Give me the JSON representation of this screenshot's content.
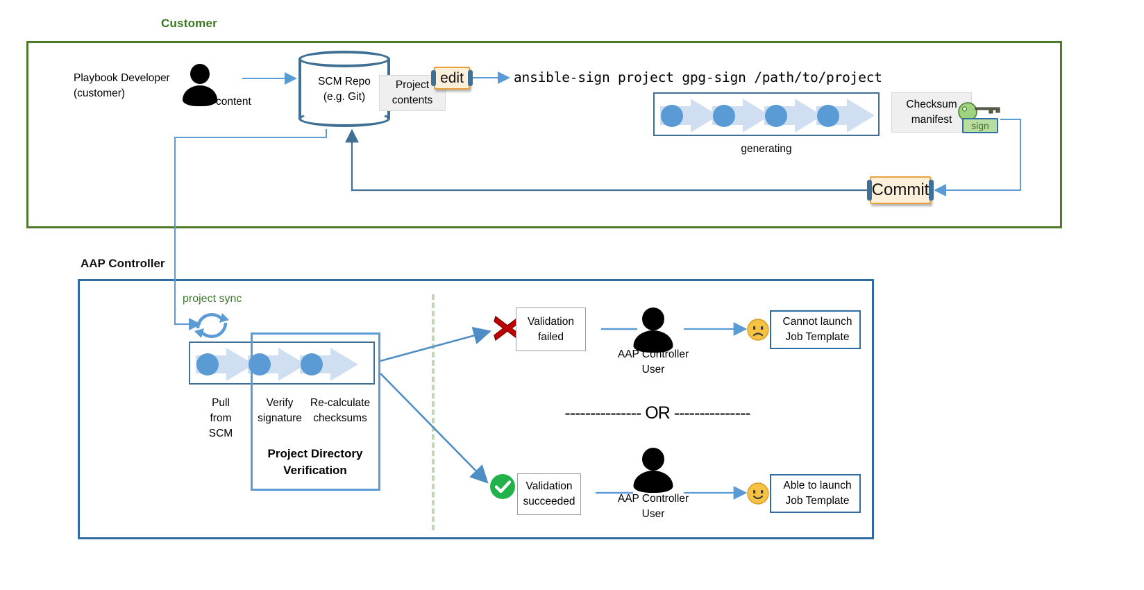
{
  "diagram": {
    "title_customer": "Customer",
    "title_aap": "AAP Controller"
  },
  "customer": {
    "developer_label": "Playbook Developer\n(customer)",
    "content_label": "content",
    "scm_repo_label": "SCM Repo\n(e.g. Git)",
    "project_contents_label": "Project\ncontents",
    "edit_chip": "edit",
    "command": "ansible-sign project gpg-sign /path/to/project",
    "generating_label": "generating",
    "checksum_manifest_label": "Checksum\nmanifest",
    "sign_chip": "sign",
    "commit_chip": "Commit",
    "pipeline_steps": 4
  },
  "aap": {
    "project_sync_label": "project sync",
    "pull_label": "Pull\nfrom\nSCM",
    "verify_signature_label": "Verify\nsignature",
    "recalculate_checksums_label": "Re-calculate\nchecksums",
    "project_directory_verification_label": "Project Directory\nVerification",
    "or_separator": "--------------- OR ---------------",
    "branch_fail": {
      "status_label": "Validation\nfailed",
      "status_icon": "red-x-icon",
      "user_label": "AAP Controller\nUser",
      "face_icon": "frowning-face-icon",
      "outcome_label": "Cannot launch\nJob Template"
    },
    "branch_success": {
      "status_label": "Validation\nsucceeded",
      "status_icon": "green-check-icon",
      "user_label": "AAP Controller\nUser",
      "face_icon": "smiling-face-icon",
      "outcome_label": "Able to launch\nJob Template"
    }
  },
  "colors": {
    "customer_border": "#4c7a28",
    "customer_label": "#38761d",
    "aap_border": "#2e6da4",
    "arrow_blue": "#5b9bd5",
    "connector_blue": "#3f6f94",
    "chevron_fill": "#cfdef0",
    "dot_blue": "#5b9bd5",
    "chip_border": "#e8a33d",
    "chip_fill": "#fdf0da",
    "sign_fill": "#b9dca0",
    "dashed_green": "#c3d6b2",
    "fail_red": "#c00000",
    "success_green": "#21b24b",
    "face_yellow": "#f5c243"
  }
}
